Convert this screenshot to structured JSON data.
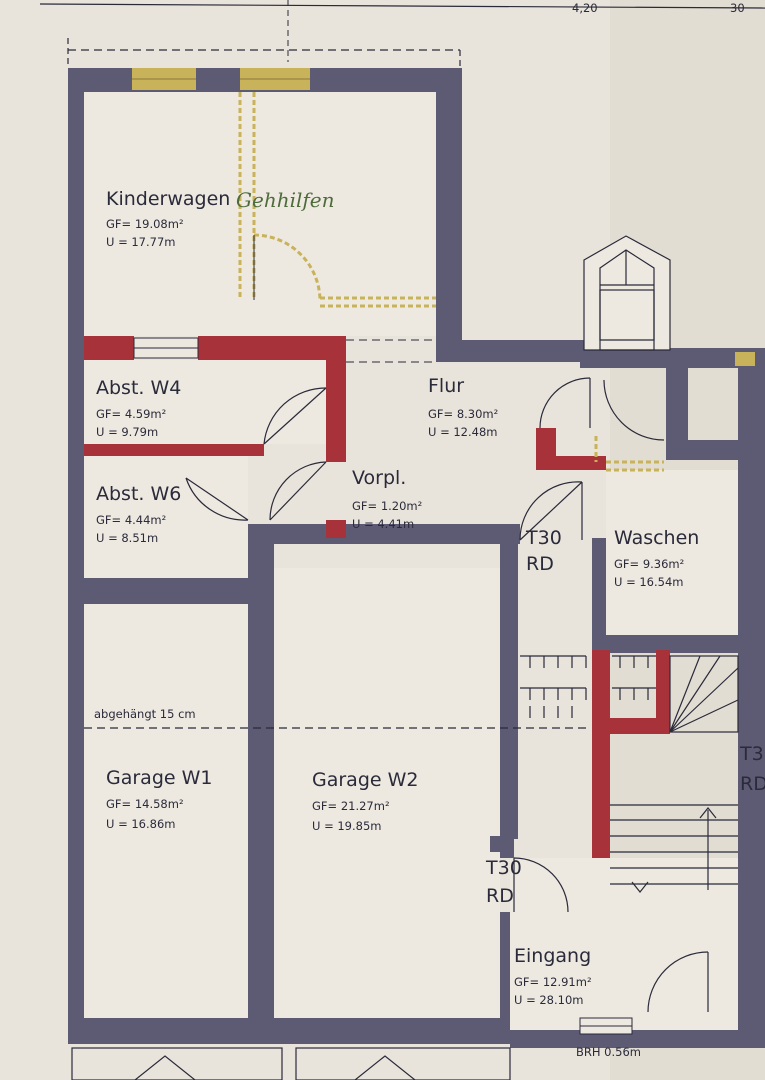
{
  "top_dimensions": [
    "4,20",
    "30"
  ],
  "rooms": {
    "kinderwagen": {
      "name": "Kinderwagen",
      "gf": "GF= 19.08m²",
      "u": "U = 17.77m",
      "handwritten": "Gehhilfen"
    },
    "abst_w4": {
      "name": "Abst. W4",
      "gf": "GF= 4.59m²",
      "u": "U = 9.79m"
    },
    "abst_w6": {
      "name": "Abst. W6",
      "gf": "GF= 4.44m²",
      "u": "U = 8.51m"
    },
    "flur": {
      "name": "Flur",
      "gf": "GF= 8.30m²",
      "u": "U = 12.48m"
    },
    "vorpl": {
      "name": "Vorpl.",
      "gf": "GF= 1.20m²",
      "u": "U = 4.41m"
    },
    "waschen": {
      "name": "Waschen",
      "gf": "GF= 9.36m²",
      "u": "U = 16.54m"
    },
    "garage_w1": {
      "name": "Garage W1",
      "gf": "GF= 14.58m²",
      "u": "U = 16.86m"
    },
    "garage_w2": {
      "name": "Garage W2",
      "gf": "GF= 21.27m²",
      "u": "U = 19.85m"
    },
    "eingang": {
      "name": "Eingang",
      "gf": "GF= 12.91m²",
      "u": "U = 28.10m"
    }
  },
  "door_labels": {
    "t30_upper": {
      "type": "T30",
      "rd": "RD"
    },
    "t30_lower": {
      "type": "T30",
      "rd": "RD"
    },
    "t30_right": {
      "type": "T3",
      "rd": "RD"
    }
  },
  "notes": {
    "abgehaengt": "abgehängt 15 cm",
    "brh": "BRH 0.56m"
  },
  "colors": {
    "paper": "#e9e4db",
    "wall": "#5d5b74",
    "fire_wall": "#a8323a",
    "window": "#c8b25a",
    "ink": "#2a2a3a"
  }
}
